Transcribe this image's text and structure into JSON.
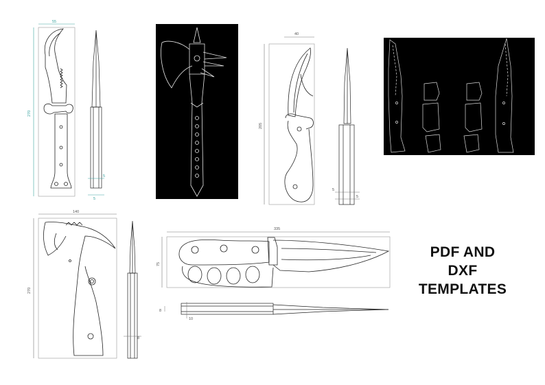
{
  "headline": {
    "line1": "PDF AND",
    "line2": "DXF",
    "line3": "TEMPLATES"
  },
  "dimensions": {
    "hawkbill_width": "55",
    "hawkbill_height": "270",
    "hawkbill_side_a": "5",
    "hawkbill_side_b": "5",
    "karambit_width": "40",
    "karambit_height": "205",
    "karambit_side_a": "5",
    "karambit_side_b": "5",
    "tomahawk_width": "140",
    "tomahawk_height": "270",
    "tomahawk_side": "8",
    "trench_width": "335",
    "trench_height": "75",
    "trench_side_a": "8",
    "trench_side_b": "10"
  },
  "colors": {
    "background": "#ffffff",
    "line": "#222222",
    "dark_panel": "#000000",
    "panel_line": "#e8e8e8",
    "dimension_accent": "#3aa3a0"
  }
}
